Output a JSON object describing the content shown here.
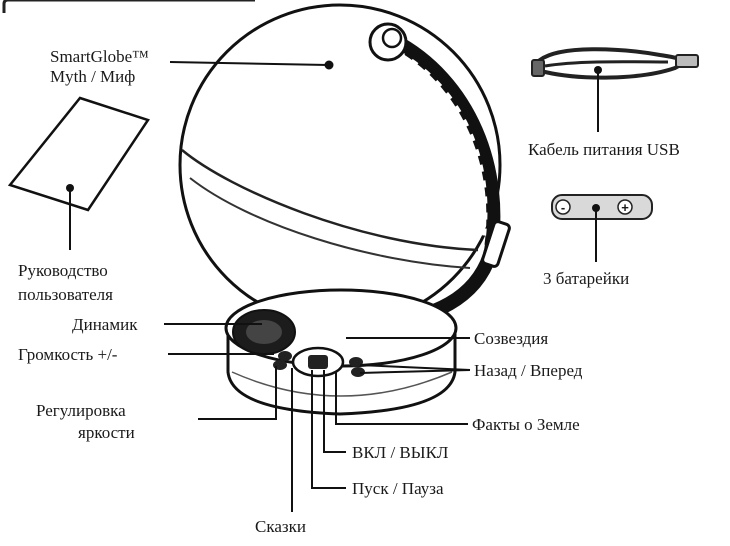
{
  "labels": {
    "globe_line1": "SmartGlobe™",
    "globe_line2": "Myth / Миф",
    "usb_cable": "Кабель питания USB",
    "batteries": "3 батарейки",
    "manual_line1": "Руководство",
    "manual_line2": "пользователя",
    "speaker": "Динамик",
    "volume": "Громкость +/-",
    "brightness_line1": "Регулировка",
    "brightness_line2": "яркости",
    "constellations": "Созвездия",
    "back_forward": "Назад / Вперед",
    "earth_facts": "Факты о Земле",
    "power": "ВКЛ / ВЫКЛ",
    "play_pause": "Пуск / Пауза",
    "tales": "Сказки"
  },
  "battery_signs": {
    "minus": "-",
    "plus": "+"
  }
}
